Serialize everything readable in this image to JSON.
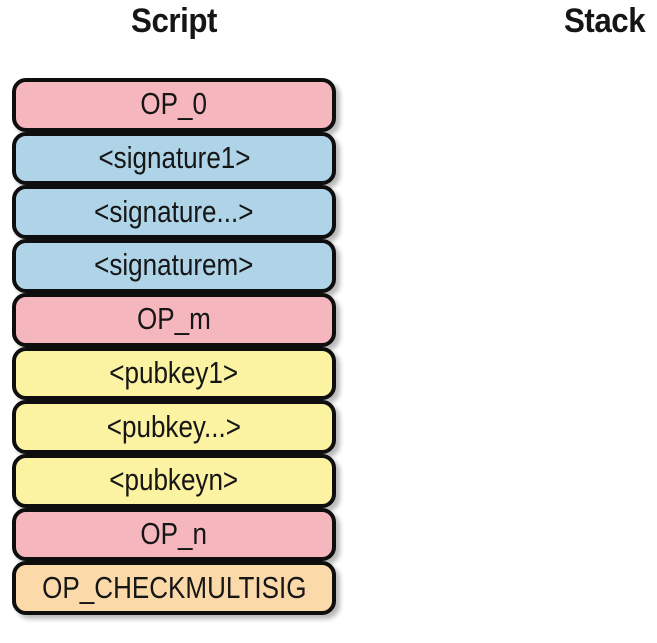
{
  "header": {
    "script_title": "Script",
    "stack_title": "Stack"
  },
  "script_column": {
    "items": [
      {
        "label": "OP_0",
        "kind": "opcode",
        "color": "#f5b7bd"
      },
      {
        "label": "<signature1>",
        "kind": "signature",
        "color": "#afd4e8"
      },
      {
        "label": "<signature...>",
        "kind": "signature",
        "color": "#afd4e8"
      },
      {
        "label": "<signaturem>",
        "kind": "signature",
        "color": "#afd4e8"
      },
      {
        "label": "OP_m",
        "kind": "opcode",
        "color": "#f5b7bd"
      },
      {
        "label": "<pubkey1>",
        "kind": "pubkey",
        "color": "#fbf2a2"
      },
      {
        "label": "<pubkey...>",
        "kind": "pubkey",
        "color": "#fbf2a2"
      },
      {
        "label": "<pubkeyn>",
        "kind": "pubkey",
        "color": "#fbf2a2"
      },
      {
        "label": "OP_n",
        "kind": "opcode",
        "color": "#f5b7bd"
      },
      {
        "label": "OP_CHECKMULTISIG",
        "kind": "opcode",
        "color": "#fcd9a9"
      }
    ]
  },
  "stack_column": {
    "items": []
  },
  "style": {
    "background": "#ffffff",
    "border_color": "#0e0e0e",
    "opcode_color": "#f5b7bd",
    "signature_color": "#afd4e8",
    "pubkey_color": "#fbf2a2",
    "final_opcode_color": "#fcd9a9"
  }
}
